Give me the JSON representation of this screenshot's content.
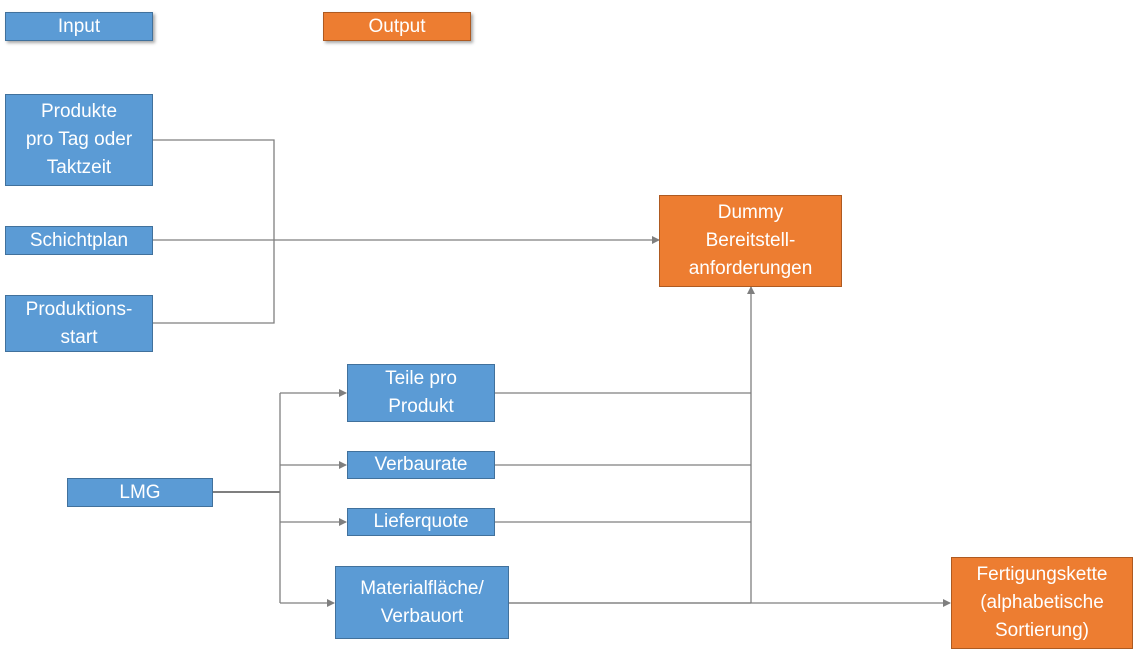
{
  "legend": {
    "input_label": "Input",
    "output_label": "Output"
  },
  "inputs": {
    "produkte": "Produkte\npro Tag oder\nTaktzeit",
    "schichtplan": "Schichtplan",
    "produktionsstart": "Produktions-\nstart",
    "lmg": "LMG",
    "teile": "Teile pro\nProdukt",
    "verbaurate": "Verbaurate",
    "lieferquote": "Lieferquote",
    "materialflaeche": "Materialfläche/\nVerbauort"
  },
  "outputs": {
    "dummy": "Dummy\nBereitstell-\nanforderungen",
    "fertigungskette": "Fertigungskette\n(alphabetische\nSortierung)"
  },
  "colors": {
    "input": "#5b9bd5",
    "output": "#ed7d31",
    "connector": "#7f7f7f"
  }
}
